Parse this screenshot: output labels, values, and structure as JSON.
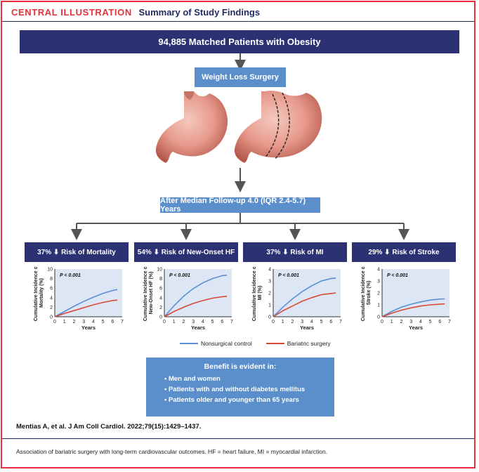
{
  "header": {
    "label": "CENTRAL ILLUSTRATION",
    "subtitle": "Summary of Study Findings"
  },
  "top_box": "94,885 Matched Patients with Obesity",
  "surgery_box": "Weight Loss Surgery",
  "followup_box": "After Median Follow-up 4.0 (IQR 2.4-5.7) Years",
  "panels": [
    {
      "title": "37% ⬇ Risk of Mortality"
    },
    {
      "title": "54% ⬇ Risk of New-Onset HF"
    },
    {
      "title": "37% ⬇ Risk of MI"
    },
    {
      "title": "29% ⬇ Risk of Stroke"
    }
  ],
  "legend": {
    "control": "Nonsurgical control",
    "surgery": "Bariatric surgery"
  },
  "colors": {
    "control": "#5b8fd6",
    "surgery": "#d94a35",
    "navy": "#2b3172",
    "accent": "#e8303a",
    "plot_bg": "#dde6f4"
  },
  "benefit": {
    "title": "Benefit is evident in:",
    "items": [
      "Men and women",
      "Patients with and without diabetes mellitus",
      "Patients older and younger than 65 years"
    ]
  },
  "citation": "Mentias A, et al. J Am Coll Cardiol. 2022;79(15):1429–1437.",
  "footnote": "Association of bariatric surgery with long-term cardiovascular outcomes. HF = heart failure, MI = myocardial infarction.",
  "chart_data": [
    {
      "type": "line",
      "pvalue": "P < 0.001",
      "ylabel": "Cumulative Incidence of Mortality (%)",
      "xlabel": "Years",
      "xlim": [
        0,
        7
      ],
      "ylim": [
        0,
        10
      ],
      "yticks": [
        0,
        2,
        4,
        6,
        8,
        10
      ],
      "xticks": [
        0,
        1,
        2,
        3,
        4,
        5,
        6,
        7
      ],
      "series": [
        {
          "name": "Nonsurgical control",
          "x": [
            0,
            1,
            2,
            3,
            4,
            5,
            6,
            6.5
          ],
          "y": [
            0,
            1.1,
            2.2,
            3.2,
            4.1,
            4.9,
            5.5,
            5.7
          ]
        },
        {
          "name": "Bariatric surgery",
          "x": [
            0,
            1,
            2,
            3,
            4,
            5,
            6,
            6.5
          ],
          "y": [
            0,
            0.7,
            1.3,
            1.9,
            2.5,
            3.0,
            3.4,
            3.5
          ]
        }
      ]
    },
    {
      "type": "line",
      "pvalue": "P < 0.001",
      "ylabel": "Cumulative Incidence of New-Onset HF (%)",
      "xlabel": "Years",
      "xlim": [
        0,
        7
      ],
      "ylim": [
        0,
        10
      ],
      "yticks": [
        0,
        2,
        4,
        6,
        8,
        10
      ],
      "xticks": [
        0,
        1,
        2,
        3,
        4,
        5,
        6,
        7
      ],
      "series": [
        {
          "name": "Nonsurgical control",
          "x": [
            0,
            1,
            2,
            3,
            4,
            5,
            6,
            6.5
          ],
          "y": [
            0,
            2.3,
            4.3,
            5.9,
            7.1,
            8.0,
            8.6,
            8.7
          ]
        },
        {
          "name": "Bariatric surgery",
          "x": [
            0,
            1,
            2,
            3,
            4,
            5,
            6,
            6.5
          ],
          "y": [
            0,
            1.1,
            2.0,
            2.8,
            3.4,
            3.9,
            4.2,
            4.3
          ]
        }
      ]
    },
    {
      "type": "line",
      "pvalue": "P < 0.001",
      "ylabel": "Cumulative Incidence of MI (%)",
      "xlabel": "Years",
      "xlim": [
        0,
        7
      ],
      "ylim": [
        0,
        4
      ],
      "yticks": [
        0,
        1,
        2,
        3,
        4
      ],
      "xticks": [
        0,
        1,
        2,
        3,
        4,
        5,
        6,
        7
      ],
      "series": [
        {
          "name": "Nonsurgical control",
          "x": [
            0,
            1,
            2,
            3,
            4,
            5,
            6,
            6.5
          ],
          "y": [
            0,
            0.8,
            1.5,
            2.1,
            2.6,
            3.0,
            3.2,
            3.25
          ]
        },
        {
          "name": "Bariatric surgery",
          "x": [
            0,
            1,
            2,
            3,
            4,
            5,
            6,
            6.5
          ],
          "y": [
            0,
            0.5,
            0.9,
            1.3,
            1.6,
            1.85,
            1.95,
            2.0
          ]
        }
      ]
    },
    {
      "type": "line",
      "pvalue": "P < 0.001",
      "ylabel": "Cumulative Incidence of Stroke (%)",
      "xlabel": "Years",
      "xlim": [
        0,
        7
      ],
      "ylim": [
        0,
        4
      ],
      "yticks": [
        0,
        1,
        2,
        3,
        4
      ],
      "xticks": [
        0,
        1,
        2,
        3,
        4,
        5,
        6,
        7
      ],
      "series": [
        {
          "name": "Nonsurgical control",
          "x": [
            0,
            1,
            2,
            3,
            4,
            5,
            6,
            6.5
          ],
          "y": [
            0,
            0.45,
            0.8,
            1.05,
            1.25,
            1.4,
            1.48,
            1.5
          ]
        },
        {
          "name": "Bariatric surgery",
          "x": [
            0,
            1,
            2,
            3,
            4,
            5,
            6,
            6.5
          ],
          "y": [
            0,
            0.3,
            0.55,
            0.75,
            0.9,
            1.0,
            1.05,
            1.08
          ]
        }
      ]
    }
  ]
}
